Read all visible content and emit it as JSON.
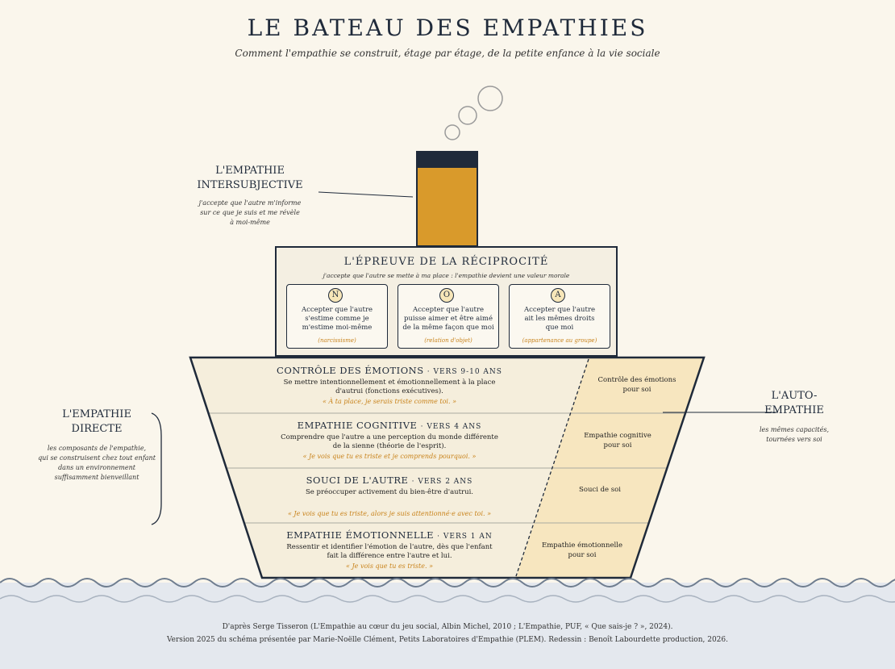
{
  "title": "LE BATEAU DES EMPATHIES",
  "subtitle": "Comment l'empathie se construit, étage par étage, de la petite enfance à la vie sociale",
  "intersubjective": {
    "title_line1": "L'EMPATHIE",
    "title_line2": "INTERSUBJECTIVE",
    "desc_line1": "j'accepte que l'autre m'informe",
    "desc_line2": "sur ce que je suis et me révèle",
    "desc_line3": "à moi-même"
  },
  "direct": {
    "title_line1": "L'EMPATHIE",
    "title_line2": "DIRECTE",
    "desc_line1": "les composants de l'empathie,",
    "desc_line2": "qui se construisent chez tout enfant",
    "desc_line3": "dans un environnement",
    "desc_line4": "suffisamment bienveillant"
  },
  "auto": {
    "title_line1": "L'AUTO-",
    "title_line2": "EMPATHIE",
    "desc_line1": "les mêmes capacités,",
    "desc_line2": "tournées vers soi"
  },
  "reciprocity": {
    "title": "L'ÉPREUVE DE LA RÉCIPROCITÉ",
    "subtitle": "j'accepte que l'autre se mette à ma place : l'empathie devient une valeur morale",
    "cards": [
      {
        "letter": "N",
        "line1": "Accepter que l'autre",
        "line2": "s'estime comme je",
        "line3": "m'estime moi-même",
        "note": "(narcissisme)"
      },
      {
        "letter": "O",
        "line1": "Accepter que l'autre",
        "line2": "puisse aimer et être aimé",
        "line3": "de la même façon que moi",
        "note": "(relation d'objet)"
      },
      {
        "letter": "A",
        "line1": "Accepter que l'autre",
        "line2": "ait les mêmes droits",
        "line3": "que moi",
        "note": "(appartenance au groupe)"
      }
    ]
  },
  "levels": [
    {
      "title": "CONTRÔLE DES ÉMOTIONS",
      "age": "· VERS 9-10 ANS",
      "desc_line1": "Se mettre intentionnellement et émotionnellement à la place",
      "desc_line2": "d'autrui (fonctions exécutives).",
      "quote": "« À ta place, je serais triste comme toi. »",
      "self_line1": "Contrôle des émotions",
      "self_line2": "pour soi"
    },
    {
      "title": "EMPATHIE COGNITIVE",
      "age": "· VERS 4 ANS",
      "desc_line1": "Comprendre que l'autre a une perception du monde différente",
      "desc_line2": "de la sienne (théorie de l'esprit).",
      "quote": "« Je vois que tu es triste et je comprends pourquoi. »",
      "self_line1": "Empathie cognitive",
      "self_line2": "pour soi"
    },
    {
      "title": "SOUCI DE L'AUTRE",
      "age": "· VERS 2 ANS",
      "desc_line1": "Se préoccuper activement du bien-être d'autrui.",
      "desc_line2": "",
      "quote": "« Je vois que tu es triste, alors je suis attentionné·e avec toi. »",
      "self_line1": "Souci de soi",
      "self_line2": ""
    },
    {
      "title": "EMPATHIE ÉMOTIONNELLE",
      "age": "· VERS 1 AN",
      "desc_line1": "Ressentir et identifier l'émotion de l'autre, dès que l'enfant",
      "desc_line2": "fait la différence entre l'autre et lui.",
      "quote": "« Je vois que tu es triste. »",
      "self_line1": "Empathie émotionnelle",
      "self_line2": "pour soi"
    }
  ],
  "credits": {
    "line1": "D'après Serge Tisseron (L'Empathie au cœur du jeu social, Albin Michel, 2010 ; L'Empathie, PUF, « Que sais-je ? », 2024).",
    "line2": "Version 2025 du schéma présentée par Marie-Noëlle Clément, Petits Laboratoires d'Empathie (PLEM). Redessin : Benoît Labourdette production, 2026."
  },
  "colors": {
    "navy": "#1f2a3a",
    "funnel": "#d99a2b",
    "accent": "#c8821a",
    "hull": "#f5eedc",
    "self_zone": "#f7e6bf",
    "sea": "#e4e8ee"
  }
}
